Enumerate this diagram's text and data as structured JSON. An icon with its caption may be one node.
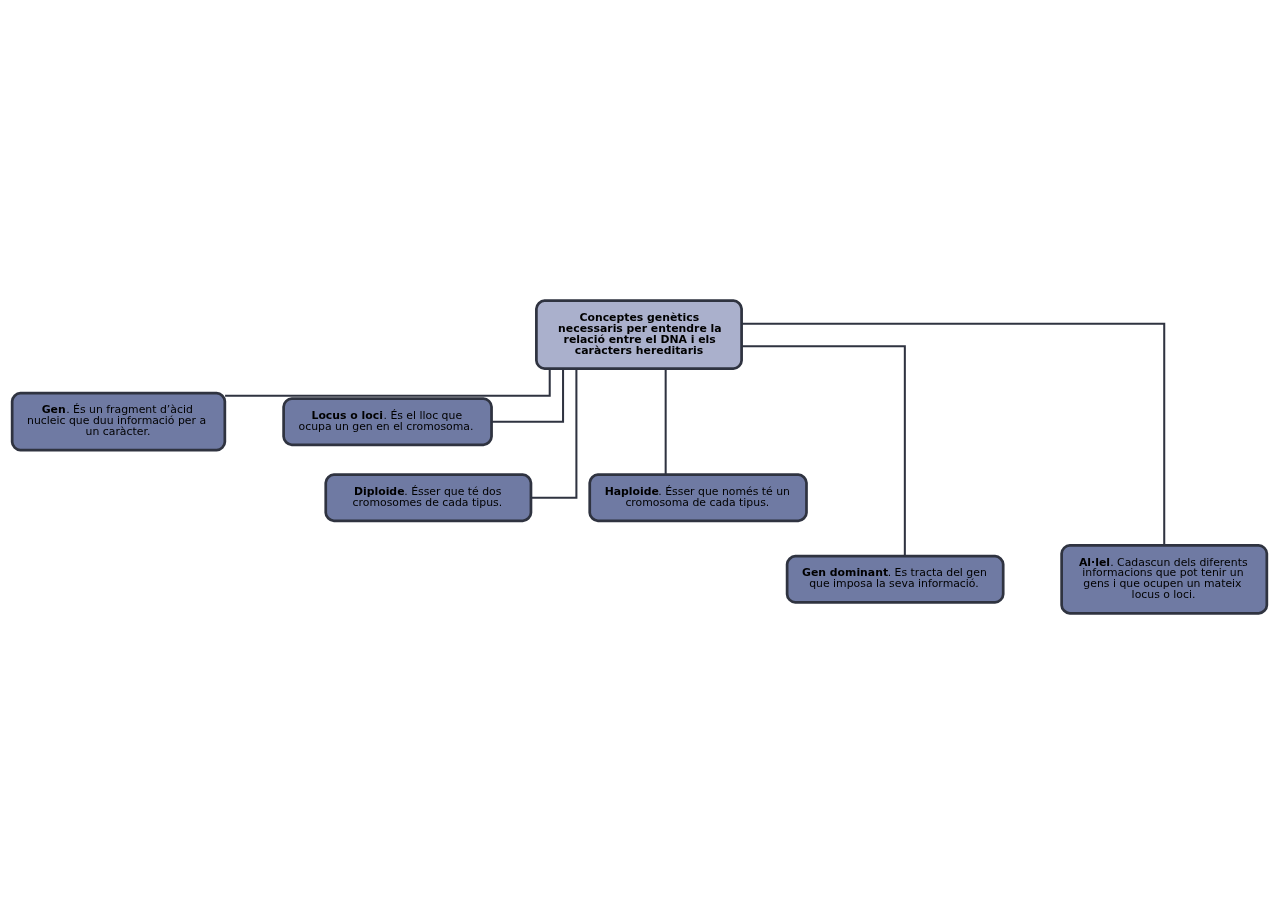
{
  "diagram": {
    "nodes": [
      {
        "text": [
          "Conceptes genètics necessaris per entendre la relació entre el DNA i els caràcters hereditaris"
        ]
      },
      {
        "text": [
          "**Gen**. És un fragment d’àcid nucleic que duu informació per a un caràcter."
        ]
      },
      {
        "text": [
          "**Locus o loci**. És el lloc que ocupa un gen en el cromosoma."
        ]
      },
      {
        "text": [
          "**Diploide**. Ésser que té dos cromosomes de cada tipus."
        ]
      },
      {
        "text": [
          "**Haploide**. Ésser que només té un cromosoma de cada tipus."
        ]
      },
      {
        "text": [
          "**Gen dominant**. Es tracta del gen que imposa la seva informació."
        ]
      },
      {
        "text": [
          "**Al·lel**. Cadascun dels diferents informacions que pot tenir un gens i que ocupen un mateix locus o loci."
        ]
      }
    ],
    "edges": [
      {
        "from": 0,
        "to": 1,
        "arrow": "none"
      },
      {
        "from": 0,
        "to": 2,
        "arrow": "none"
      },
      {
        "from": 0,
        "to": 3,
        "arrow": "none"
      },
      {
        "from": 0,
        "to": 4,
        "arrow": "none"
      },
      {
        "from": 0,
        "to": 5,
        "arrow": "none"
      },
      {
        "from": 0,
        "to": 6,
        "arrow": "none"
      }
    ]
  }
}
